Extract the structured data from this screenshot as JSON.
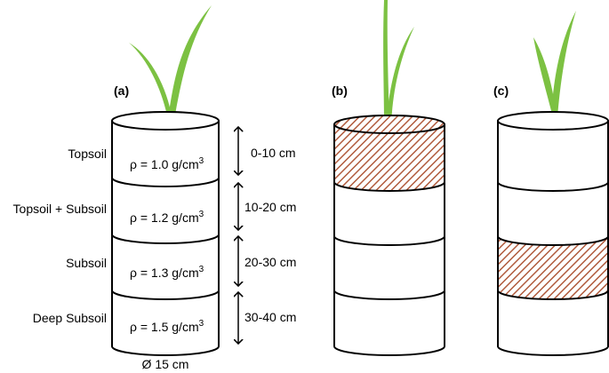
{
  "panels": {
    "a": {
      "label": "(a)"
    },
    "b": {
      "label": "(b)"
    },
    "c": {
      "label": "(c)"
    }
  },
  "layers": [
    {
      "name": "Topsoil",
      "density": "ρ = 1.0 g/cm",
      "density_sup": "3",
      "depth": "0-10 cm"
    },
    {
      "name": "Topsoil + Subsoil",
      "density": "ρ = 1.2 g/cm",
      "density_sup": "3",
      "depth": "10-20 cm"
    },
    {
      "name": "Subsoil",
      "density": "ρ = 1.3 g/cm",
      "density_sup": "3",
      "depth": "20-30 cm"
    },
    {
      "name": "Deep Subsoil",
      "density": "ρ = 1.5 g/cm",
      "density_sup": "3",
      "depth": "30-40 cm"
    }
  ],
  "diameter": "Ø 15 cm",
  "colors": {
    "plant": "#7cc142",
    "hatch": "#b05a3c",
    "outline": "#000000"
  },
  "compacted_layer": {
    "b": 0,
    "c": 2
  }
}
